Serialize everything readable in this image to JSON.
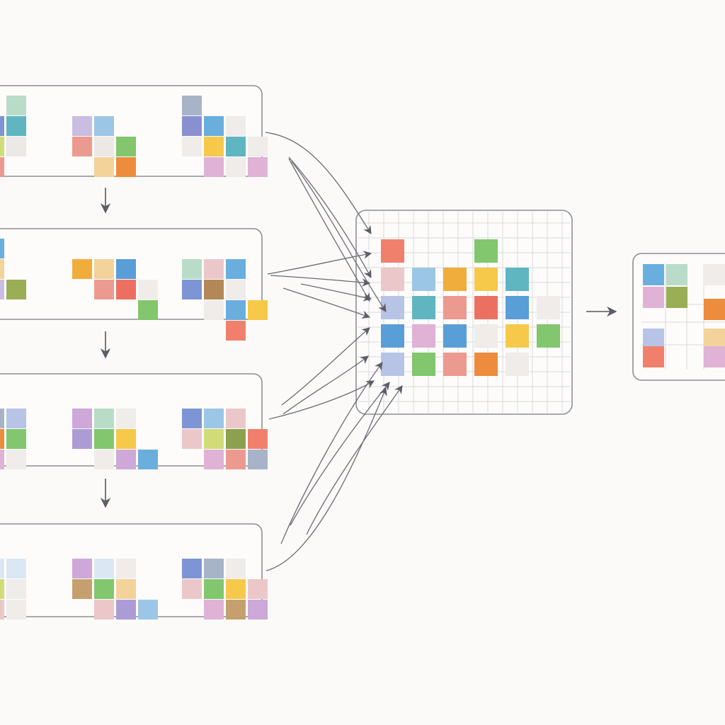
{
  "colors": {
    "ice": "#dbe8f4",
    "mint": "#b8dcc8",
    "blue": "#6aaede",
    "teal": "#5fb6c0",
    "lavender": "#c9bde2",
    "sky": "#9cc6e6",
    "salmon": "#ec9a8f",
    "pale": "#ebe8e6",
    "green": "#82c66e",
    "wheat": "#f3d39a",
    "orange": "#ec8c3c",
    "indigo": "#8a8fcf",
    "lightgray": "#efecea",
    "yellow": "#f6c94a",
    "pink": "#dfb2d6",
    "paleblue": "#b7c4e6",
    "olive": "#9aae55",
    "amber": "#f0ad3c",
    "red": "#ec7062",
    "sapphire": "#5a9ed8",
    "brown": "#b38856",
    "orchid": "#cda8d8",
    "violet": "#ad9bd6",
    "lime": "#d1dc79",
    "moss": "#8ca04e",
    "rose": "#ecc7c9",
    "periwinkle": "#7d95d4",
    "tan": "#c5a06e",
    "slate": "#a7b4c8",
    "coral": "#f0806c"
  },
  "source_panels": [
    {
      "cells": [
        {
          "c": 0,
          "r": 1,
          "color": "periwinkle"
        },
        {
          "c": 1,
          "r": 0,
          "color": "mint"
        },
        {
          "c": 1,
          "r": 1,
          "color": "teal"
        },
        {
          "c": 0,
          "r": 2,
          "color": "lime"
        },
        {
          "c": 1,
          "r": 2,
          "color": "pale"
        },
        {
          "c": 0,
          "r": 3,
          "color": "salmon"
        },
        {
          "c": 4,
          "r": 1,
          "color": "lavender"
        },
        {
          "c": 5,
          "r": 1,
          "color": "sky"
        },
        {
          "c": 4,
          "r": 2,
          "color": "salmon"
        },
        {
          "c": 5,
          "r": 2,
          "color": "pale"
        },
        {
          "c": 6,
          "r": 2,
          "color": "green"
        },
        {
          "c": 5,
          "r": 3,
          "color": "wheat"
        },
        {
          "c": 6,
          "r": 3,
          "color": "orange"
        },
        {
          "c": 9,
          "r": 0,
          "color": "slate"
        },
        {
          "c": 9,
          "r": 1,
          "color": "indigo"
        },
        {
          "c": 10,
          "r": 1,
          "color": "blue"
        },
        {
          "c": 11,
          "r": 1,
          "color": "lightgray"
        },
        {
          "c": 9,
          "r": 2,
          "color": "lightgray"
        },
        {
          "c": 10,
          "r": 2,
          "color": "yellow"
        },
        {
          "c": 11,
          "r": 2,
          "color": "teal"
        },
        {
          "c": 12,
          "r": 2,
          "color": "lightgray"
        },
        {
          "c": 10,
          "r": 3,
          "color": "pink"
        },
        {
          "c": 11,
          "r": 3,
          "color": "lightgray"
        },
        {
          "c": 12,
          "r": 3,
          "color": "pink"
        }
      ]
    },
    {
      "cells": [
        {
          "c": 0,
          "r": 0,
          "color": "blue"
        },
        {
          "c": 0,
          "r": 1,
          "color": "wheat"
        },
        {
          "c": 0,
          "r": 2,
          "color": "lavender"
        },
        {
          "c": 1,
          "r": 2,
          "color": "olive"
        },
        {
          "c": 4,
          "r": 1,
          "color": "amber"
        },
        {
          "c": 5,
          "r": 1,
          "color": "wheat"
        },
        {
          "c": 6,
          "r": 1,
          "color": "sapphire"
        },
        {
          "c": 5,
          "r": 2,
          "color": "salmon"
        },
        {
          "c": 6,
          "r": 2,
          "color": "red"
        },
        {
          "c": 7,
          "r": 2,
          "color": "lightgray"
        },
        {
          "c": 7,
          "r": 3,
          "color": "green"
        },
        {
          "c": 9,
          "r": 1,
          "color": "mint"
        },
        {
          "c": 10,
          "r": 1,
          "color": "rose"
        },
        {
          "c": 11,
          "r": 1,
          "color": "blue"
        },
        {
          "c": 9,
          "r": 2,
          "color": "periwinkle"
        },
        {
          "c": 10,
          "r": 2,
          "color": "brown"
        },
        {
          "c": 11,
          "r": 2,
          "color": "lightgray"
        },
        {
          "c": 10,
          "r": 3,
          "color": "lightgray"
        },
        {
          "c": 11,
          "r": 3,
          "color": "blue"
        },
        {
          "c": 12,
          "r": 3,
          "color": "yellow"
        },
        {
          "c": 11,
          "r": 4,
          "color": "coral"
        }
      ]
    },
    {
      "cells": [
        {
          "c": 0,
          "r": 1,
          "color": "slate"
        },
        {
          "c": 1,
          "r": 1,
          "color": "paleblue"
        },
        {
          "c": 0,
          "r": 2,
          "color": "orange"
        },
        {
          "c": 1,
          "r": 2,
          "color": "green"
        },
        {
          "c": 0,
          "r": 3,
          "color": "pink"
        },
        {
          "c": 1,
          "r": 3,
          "color": "lightgray"
        },
        {
          "c": 4,
          "r": 1,
          "color": "orchid"
        },
        {
          "c": 5,
          "r": 1,
          "color": "mint"
        },
        {
          "c": 6,
          "r": 1,
          "color": "lightgray"
        },
        {
          "c": 4,
          "r": 2,
          "color": "violet"
        },
        {
          "c": 5,
          "r": 2,
          "color": "green"
        },
        {
          "c": 6,
          "r": 2,
          "color": "yellow"
        },
        {
          "c": 5,
          "r": 3,
          "color": "lightgray"
        },
        {
          "c": 6,
          "r": 3,
          "color": "orchid"
        },
        {
          "c": 7,
          "r": 3,
          "color": "blue"
        },
        {
          "c": 9,
          "r": 1,
          "color": "periwinkle"
        },
        {
          "c": 10,
          "r": 1,
          "color": "sky"
        },
        {
          "c": 11,
          "r": 1,
          "color": "rose"
        },
        {
          "c": 9,
          "r": 2,
          "color": "rose"
        },
        {
          "c": 10,
          "r": 2,
          "color": "lime"
        },
        {
          "c": 11,
          "r": 2,
          "color": "moss"
        },
        {
          "c": 12,
          "r": 2,
          "color": "coral"
        },
        {
          "c": 10,
          "r": 3,
          "color": "pink"
        },
        {
          "c": 11,
          "r": 3,
          "color": "salmon"
        },
        {
          "c": 12,
          "r": 3,
          "color": "slate"
        }
      ]
    },
    {
      "cells": [
        {
          "c": 0,
          "r": 1,
          "color": "ice"
        },
        {
          "c": 1,
          "r": 1,
          "color": "ice"
        },
        {
          "c": 0,
          "r": 2,
          "color": "lime"
        },
        {
          "c": 1,
          "r": 2,
          "color": "lightgray"
        },
        {
          "c": 0,
          "r": 3,
          "color": "rose"
        },
        {
          "c": 1,
          "r": 3,
          "color": "lightgray"
        },
        {
          "c": 4,
          "r": 1,
          "color": "orchid"
        },
        {
          "c": 5,
          "r": 1,
          "color": "ice"
        },
        {
          "c": 6,
          "r": 1,
          "color": "lightgray"
        },
        {
          "c": 4,
          "r": 2,
          "color": "tan"
        },
        {
          "c": 5,
          "r": 2,
          "color": "green"
        },
        {
          "c": 6,
          "r": 2,
          "color": "wheat"
        },
        {
          "c": 5,
          "r": 3,
          "color": "rose"
        },
        {
          "c": 6,
          "r": 3,
          "color": "violet"
        },
        {
          "c": 7,
          "r": 3,
          "color": "sky"
        },
        {
          "c": 9,
          "r": 1,
          "color": "periwinkle"
        },
        {
          "c": 10,
          "r": 1,
          "color": "slate"
        },
        {
          "c": 11,
          "r": 1,
          "color": "lightgray"
        },
        {
          "c": 9,
          "r": 2,
          "color": "rose"
        },
        {
          "c": 10,
          "r": 2,
          "color": "green"
        },
        {
          "c": 11,
          "r": 2,
          "color": "yellow"
        },
        {
          "c": 12,
          "r": 2,
          "color": "rose"
        },
        {
          "c": 10,
          "r": 3,
          "color": "pink"
        },
        {
          "c": 11,
          "r": 3,
          "color": "tan"
        },
        {
          "c": 12,
          "r": 3,
          "color": "orchid"
        }
      ]
    }
  ],
  "central_grid": {
    "cells": [
      {
        "c": 0,
        "r": 0,
        "color": "coral"
      },
      {
        "c": 3,
        "r": 0,
        "color": "green"
      },
      {
        "c": 0,
        "r": 1,
        "color": "rose"
      },
      {
        "c": 1,
        "r": 1,
        "color": "sky"
      },
      {
        "c": 2,
        "r": 1,
        "color": "amber"
      },
      {
        "c": 3,
        "r": 1,
        "color": "yellow"
      },
      {
        "c": 4,
        "r": 1,
        "color": "teal"
      },
      {
        "c": 0,
        "r": 2,
        "color": "paleblue"
      },
      {
        "c": 1,
        "r": 2,
        "color": "teal"
      },
      {
        "c": 2,
        "r": 2,
        "color": "salmon"
      },
      {
        "c": 3,
        "r": 2,
        "color": "red"
      },
      {
        "c": 4,
        "r": 2,
        "color": "sapphire"
      },
      {
        "c": 5,
        "r": 2,
        "color": "lightgray"
      },
      {
        "c": 0,
        "r": 3,
        "color": "sapphire"
      },
      {
        "c": 1,
        "r": 3,
        "color": "pink"
      },
      {
        "c": 2,
        "r": 3,
        "color": "sapphire"
      },
      {
        "c": 3,
        "r": 3,
        "color": "lightgray"
      },
      {
        "c": 4,
        "r": 3,
        "color": "yellow"
      },
      {
        "c": 5,
        "r": 3,
        "color": "green"
      },
      {
        "c": 0,
        "r": 4,
        "color": "paleblue"
      },
      {
        "c": 1,
        "r": 4,
        "color": "green"
      },
      {
        "c": 2,
        "r": 4,
        "color": "salmon"
      },
      {
        "c": 3,
        "r": 4,
        "color": "orange"
      },
      {
        "c": 4,
        "r": 4,
        "color": "lightgray"
      }
    ]
  },
  "output_panel": {
    "cells": [
      {
        "c": 0,
        "r": 0,
        "color": "blue"
      },
      {
        "c": 1,
        "r": 0,
        "color": "mint"
      },
      {
        "c": 3,
        "r": 0,
        "color": "lightgray"
      },
      {
        "c": 0,
        "r": 1,
        "color": "pink"
      },
      {
        "c": 1,
        "r": 1,
        "color": "olive"
      },
      {
        "c": 3,
        "r": 2,
        "color": "orange"
      },
      {
        "c": 0,
        "r": 3,
        "color": "paleblue"
      },
      {
        "c": 3,
        "r": 3,
        "color": "wheat"
      },
      {
        "c": 0,
        "r": 4,
        "color": "coral"
      },
      {
        "c": 3,
        "r": 4,
        "color": "pink"
      }
    ]
  }
}
